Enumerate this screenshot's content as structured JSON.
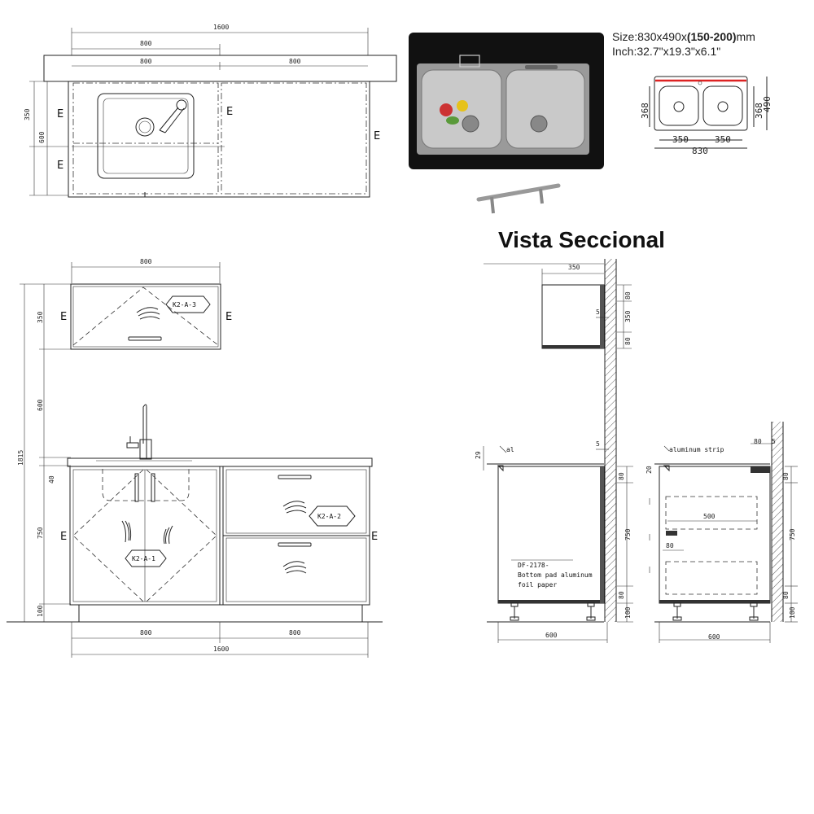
{
  "plan": {
    "dim_total": "1600",
    "dim_top_left": "800",
    "dim_inner_left": "800",
    "dim_inner_right": "800",
    "dim_side_350": "350",
    "dim_side_600": "600",
    "edge_mark": "E"
  },
  "front": {
    "dim_wall_width": "800",
    "dim_wall_h": "350",
    "dim_gap": "600",
    "dim_total_h": "1815",
    "dim_counter": "40",
    "dim_base_h": "750",
    "dim_plinth": "100",
    "dim_bottom_left": "800",
    "dim_bottom_right": "800",
    "dim_bottom_total": "1600",
    "tag_wall": "K2-A-3",
    "tag_sink": "K2-A-1",
    "tag_drawers": "K2-A-2",
    "edge_mark": "E"
  },
  "product": {
    "size_prefix": "Size:830x490x",
    "size_bold": "(150-200)",
    "size_unit": "mm",
    "inch_line": "Inch:32.7\"x19.3\"x6.1\"",
    "dim_368_left": "368",
    "dim_368_right": "368",
    "dim_490": "490",
    "dim_350_a": "350",
    "dim_350_b": "350",
    "dim_830": "830"
  },
  "section": {
    "title": "Vista Seccional",
    "wall_depth": "350",
    "wall_5": "5",
    "wall_80a": "80",
    "wall_350": "350",
    "wall_80b": "80",
    "base_29": "29",
    "base_al": "al",
    "base_5": "5",
    "base_80a": "80",
    "base_750": "750",
    "base_80b": "80",
    "base_100": "100",
    "base_600": "600",
    "note_code": "DF-2178-",
    "note_line1": "Bottom pad aluminum",
    "note_line2": "foil paper",
    "r_strip": "aluminum strip",
    "r_80top": "80",
    "r_5": "5",
    "r_20": "20",
    "r_80a": "80",
    "r_500": "500",
    "r_80s": "80",
    "r_750": "750",
    "r_80b": "80",
    "r_100": "100",
    "r_600": "600"
  }
}
